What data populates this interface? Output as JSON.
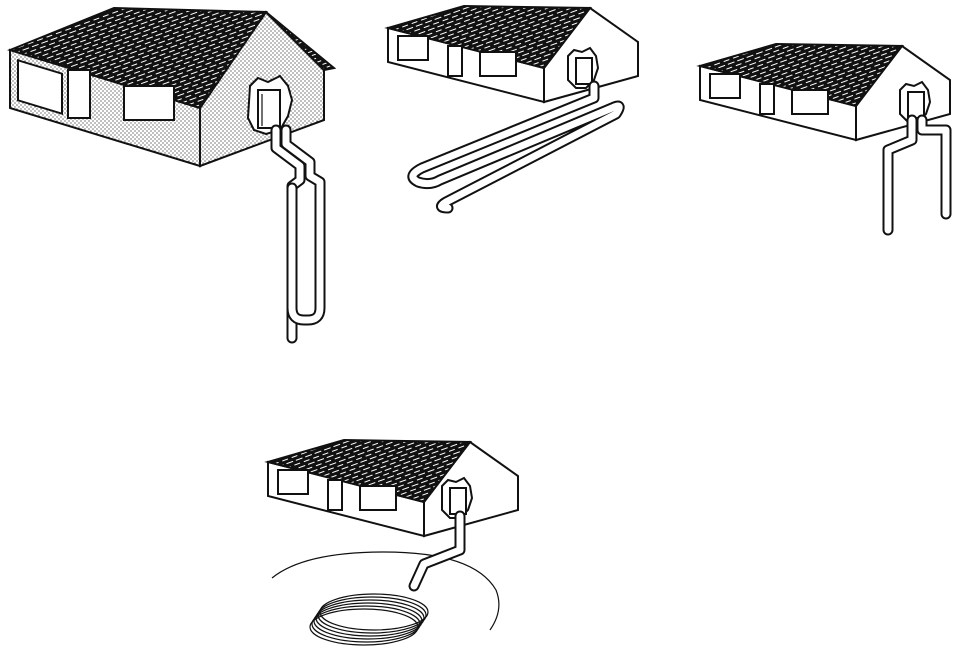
{
  "figure": {
    "panels": [
      {
        "name": "vertical-closed-loop",
        "loop_type": "vertical"
      },
      {
        "name": "horizontal-closed-loop",
        "loop_type": "horizontal"
      },
      {
        "name": "open-loop-wells",
        "loop_type": "open-well"
      },
      {
        "name": "pond-closed-loop",
        "loop_type": "pond-coil"
      }
    ],
    "colors": {
      "ink": "#111111",
      "paper": "#ffffff"
    }
  }
}
